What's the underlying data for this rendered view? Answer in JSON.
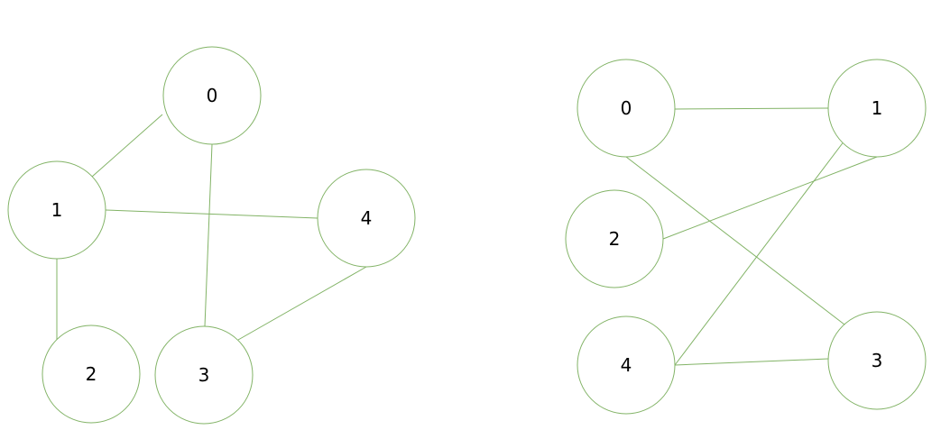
{
  "colors": {
    "stroke": "#82b366",
    "node_fill": "#ffffff",
    "label": "#000000"
  },
  "graphs": [
    {
      "nodes": [
        "0",
        "1",
        "2",
        "3",
        "4"
      ],
      "edges": [
        [
          0,
          1
        ],
        [
          0,
          3
        ],
        [
          1,
          4
        ],
        [
          1,
          2
        ],
        [
          4,
          3
        ]
      ]
    },
    {
      "nodes": [
        "0",
        "1",
        "2",
        "3",
        "4"
      ],
      "edges": [
        [
          0,
          1
        ],
        [
          0,
          3
        ],
        [
          1,
          2
        ],
        [
          1,
          4
        ],
        [
          4,
          3
        ]
      ]
    }
  ]
}
